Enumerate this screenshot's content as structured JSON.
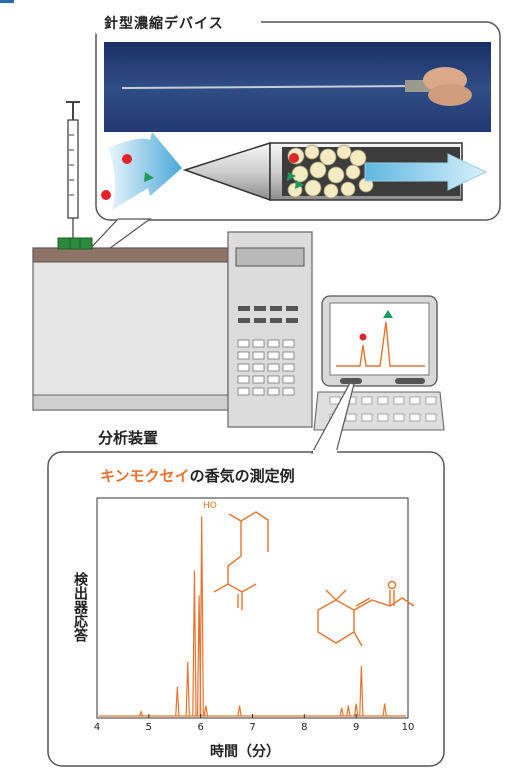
{
  "device_panel": {
    "title": "針型濃縮デバイス"
  },
  "instrument": {
    "label": "分析装置"
  },
  "result_panel": {
    "title_highlight": "キンモクセイ",
    "title_rest": "の香気の測定例",
    "highlight_color": "#e8732e"
  },
  "chart_data": {
    "type": "line",
    "xlabel": "時間（分）",
    "ylabel": "検出器応答",
    "xlim": [
      4,
      10
    ],
    "x_ticks": [
      4,
      5,
      6,
      7,
      8,
      9,
      10
    ],
    "line_color": "#e8732e",
    "peaks": [
      {
        "x": 4.85,
        "height": 0.02
      },
      {
        "x": 5.55,
        "height": 0.14
      },
      {
        "x": 5.75,
        "height": 0.26
      },
      {
        "x": 5.88,
        "height": 0.7
      },
      {
        "x": 5.97,
        "height": 0.58
      },
      {
        "x": 6.02,
        "height": 0.96
      },
      {
        "x": 6.1,
        "height": 0.05
      },
      {
        "x": 6.75,
        "height": 0.05
      },
      {
        "x": 8.72,
        "height": 0.04
      },
      {
        "x": 8.85,
        "height": 0.05
      },
      {
        "x": 9.0,
        "height": 0.06
      },
      {
        "x": 9.1,
        "height": 0.24
      },
      {
        "x": 9.55,
        "height": 0.06
      }
    ],
    "annotations": [
      {
        "text": "HO"
      },
      {
        "text": "O"
      }
    ]
  }
}
